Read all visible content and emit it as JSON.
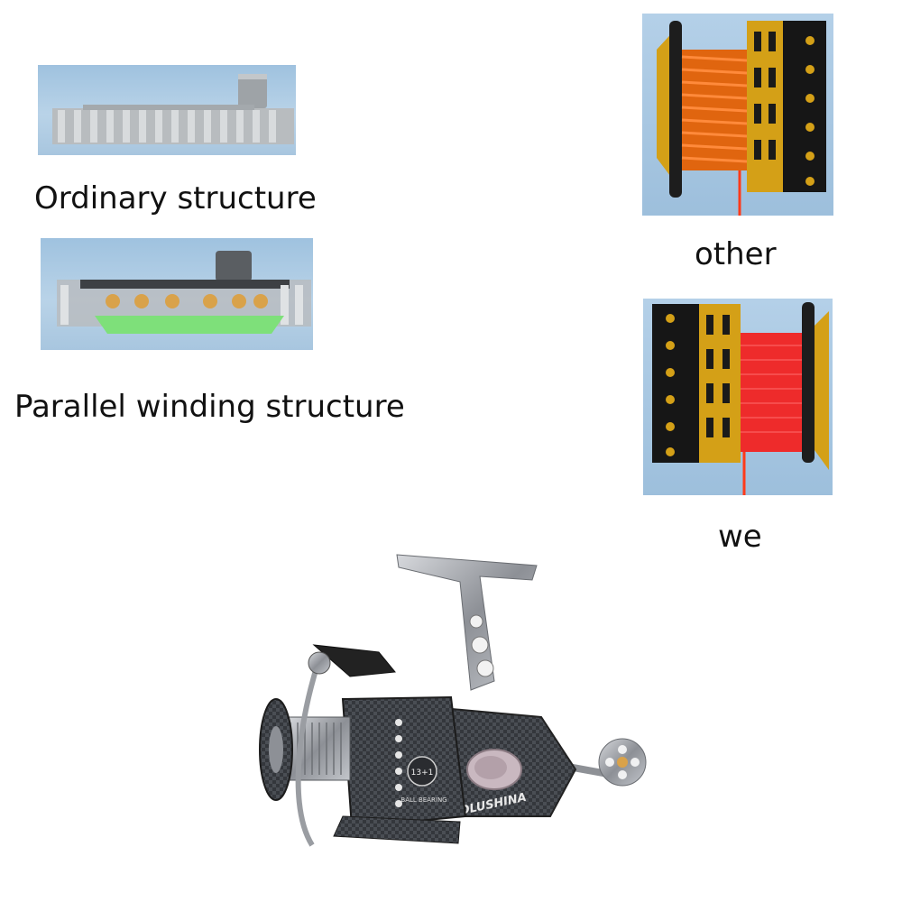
{
  "labels": {
    "ordinary": "Ordinary structure",
    "parallel": "Parallel winding structure",
    "other": "other",
    "we": "we"
  },
  "reel_branding": {
    "brand": "TOLUSHINA",
    "bearing_count": "13+1",
    "bearing_text": "BALL BEARING"
  },
  "colors": {
    "panel_blue": "#a9c8e2",
    "gear_gray": "#b8bcbf",
    "guide_green": "#7ee07a",
    "bearing_orange": "#d9a24a",
    "spool_gold": "#d4a017",
    "line_orange": "#f26a1b",
    "line_red": "#ee2b2b",
    "reel_carbon": "#3a3d42",
    "reel_silver": "#a9acb2"
  },
  "icons": {
    "ordinary_gear": "gear-diagram",
    "parallel_gear": "gear-with-bearings-diagram",
    "other_spool": "uneven-line-spool",
    "we_spool": "even-line-spool",
    "product": "spinning-fishing-reel"
  }
}
